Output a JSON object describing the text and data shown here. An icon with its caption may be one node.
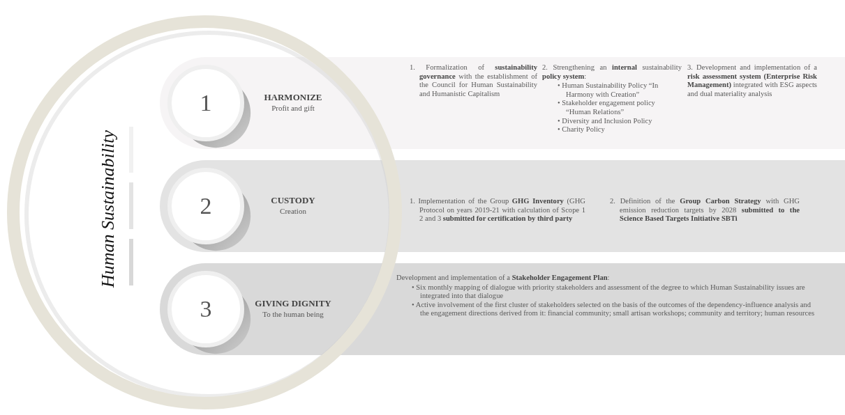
{
  "diagram": {
    "nodes": [
      {
        "text": [
          "Human Sustainability"
        ]
      },
      {
        "text": [
          "HARMONIZE",
          "Profit and gift",
          "1. Formalization of **sustainability governance** with the establishment of the Council for Human Sustainability and Humanistic Capitalism",
          "2. Strengthening an **internal** sustainability **policy system**:",
          "• Human Sustainability Policy “In Harmony with Creation”",
          "• Stakeholder engagement policy “Human Relations”",
          "• Diversity and Inclusion Policy",
          "• Charity Policy",
          "3. Development and implementation of a **risk assessment system (Enterprise Risk Management)** integrated with ESG aspects and dual materiality analysis"
        ]
      },
      {
        "text": [
          "1"
        ]
      },
      {
        "text": [
          "CUSTODY",
          "Creation",
          "1. Implementation of the Group **GHG Inventory** (GHG Protocol on years 2019-21 with calculation of Scope 1 2 and 3 **submitted for certification by third party**",
          "2. Definition of the **Group Carbon Strategy** with GHG emission reduction targets by 2028 **submitted to the Science Based Targets Initiative SBTi**"
        ]
      },
      {
        "text": [
          "2"
        ]
      },
      {
        "text": [
          "GIVING DIGNITY",
          "To the human being",
          "Development and implementation of a **Stakeholder Engagement Plan**:",
          "• Six monthly mapping of dialogue with priority stakeholders and assessment of the degree to which Human Sustainability issues are integrated into that dialogue",
          "• Active involvement of the first cluster of stakeholders selected on the basis of the outcomes of the dependency-influence analysis and the engagement directions derived from it: financial community; small artisan workshops; community and territory; human resources"
        ]
      },
      {
        "text": [
          "3"
        ]
      }
    ]
  }
}
